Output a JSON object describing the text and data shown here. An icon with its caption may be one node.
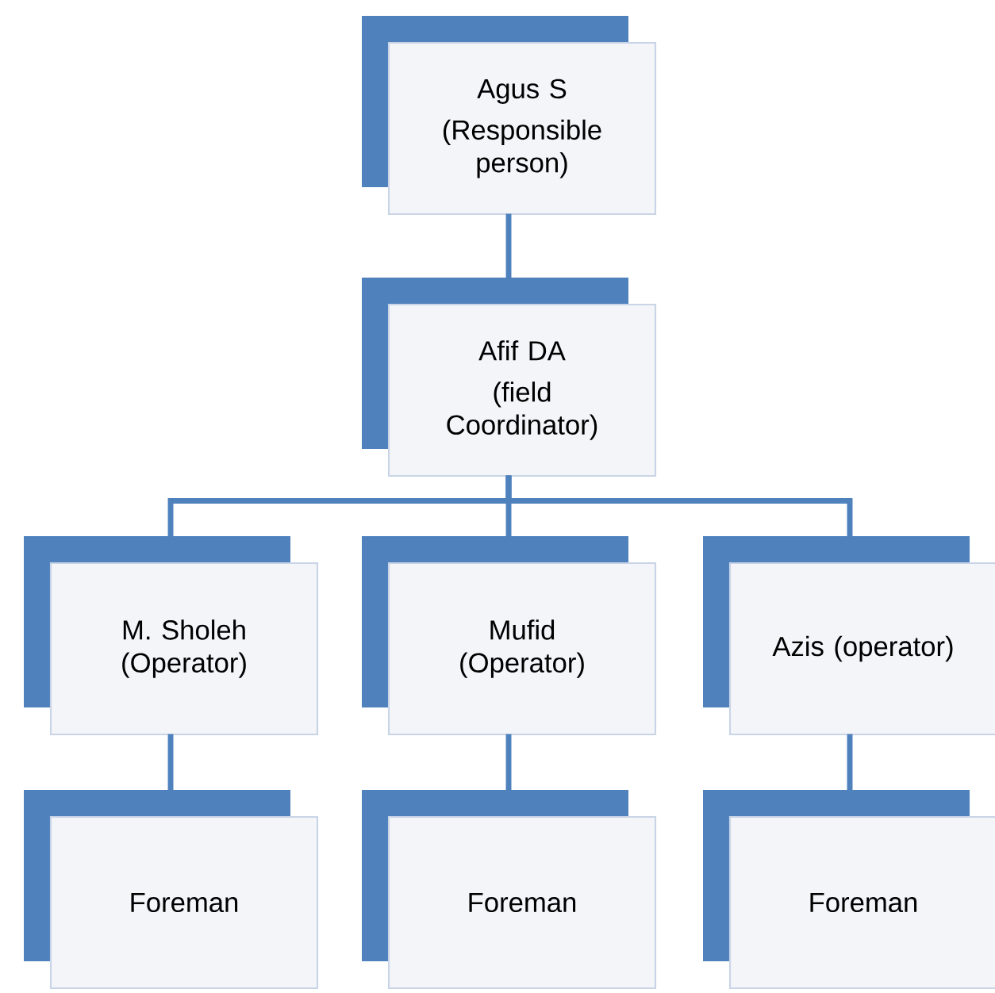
{
  "diagram": {
    "nodes": [
      {
        "text": [
          "Agus S",
          "(Responsible person)"
        ]
      },
      {
        "text": [
          "Afif DA",
          "(field Coordinator)"
        ]
      },
      {
        "text": [
          "M. Sholeh (Operator)"
        ]
      },
      {
        "text": [
          "Mufid (Operator)"
        ]
      },
      {
        "text": [
          "Azis (operator)"
        ]
      },
      {
        "text": [
          "Foreman"
        ]
      },
      {
        "text": [
          "Foreman"
        ]
      },
      {
        "text": [
          "Foreman"
        ]
      }
    ],
    "edges": [
      {
        "from": 0,
        "to": 1,
        "arrow": "none"
      },
      {
        "from": 1,
        "to": 2,
        "arrow": "none"
      },
      {
        "from": 1,
        "to": 3,
        "arrow": "none"
      },
      {
        "from": 1,
        "to": 4,
        "arrow": "none"
      },
      {
        "from": 2,
        "to": 5,
        "arrow": "none"
      },
      {
        "from": 3,
        "to": 6,
        "arrow": "none"
      },
      {
        "from": 4,
        "to": 7,
        "arrow": "none"
      }
    ]
  }
}
